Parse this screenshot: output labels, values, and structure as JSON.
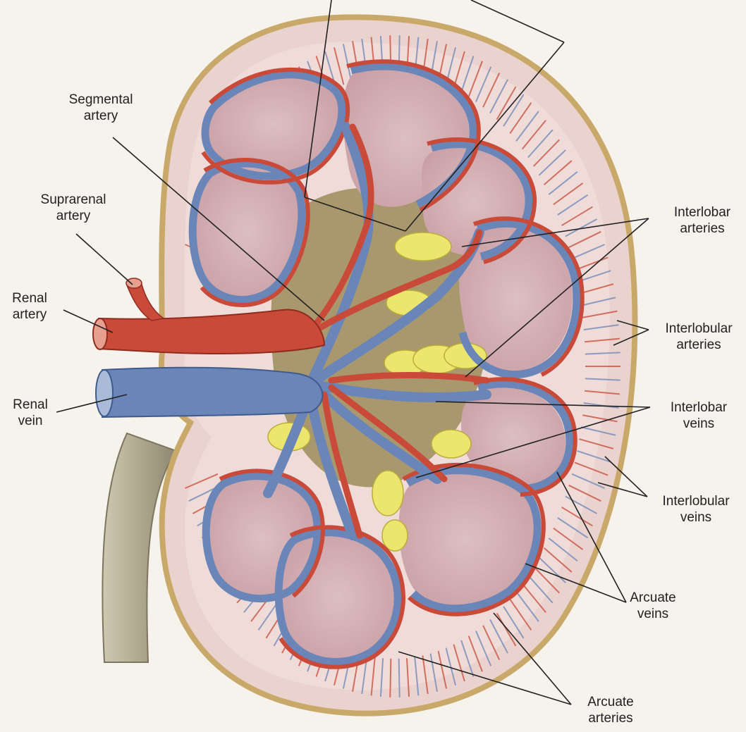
{
  "figure": {
    "labels": [
      {
        "id": "segmental-artery",
        "lines": [
          "Segmental",
          "artery"
        ]
      },
      {
        "id": "suprarenal-artery",
        "lines": [
          "Suprarenal",
          "artery"
        ]
      },
      {
        "id": "renal-artery",
        "lines": [
          "Renal",
          "artery"
        ]
      },
      {
        "id": "renal-vein",
        "lines": [
          "Renal",
          "vein"
        ]
      },
      {
        "id": "interlobar-arteries",
        "lines": [
          "Interlobar",
          "arteries"
        ]
      },
      {
        "id": "interlobular-arteries",
        "lines": [
          "Interlobular",
          "arteries"
        ]
      },
      {
        "id": "interlobar-veins",
        "lines": [
          "Interlobar",
          "veins"
        ]
      },
      {
        "id": "interlobular-veins",
        "lines": [
          "Interlobular",
          "veins"
        ]
      },
      {
        "id": "arcuate-veins",
        "lines": [
          "Arcuate",
          "veins"
        ]
      },
      {
        "id": "arcuate-arteries",
        "lines": [
          "Arcuate",
          "arteries"
        ]
      }
    ]
  },
  "colors": {
    "background": "#f6f2ec",
    "capsule": "#c9a96a",
    "cortex": "#ecd6d4",
    "pyramid": "#d9b3b6",
    "sinus": "#a89a6c",
    "fat": "#e9e06a",
    "artery": "#c94a38",
    "vein": "#6a86b8",
    "ureter": "#b7b09a",
    "leader": "#222222"
  }
}
